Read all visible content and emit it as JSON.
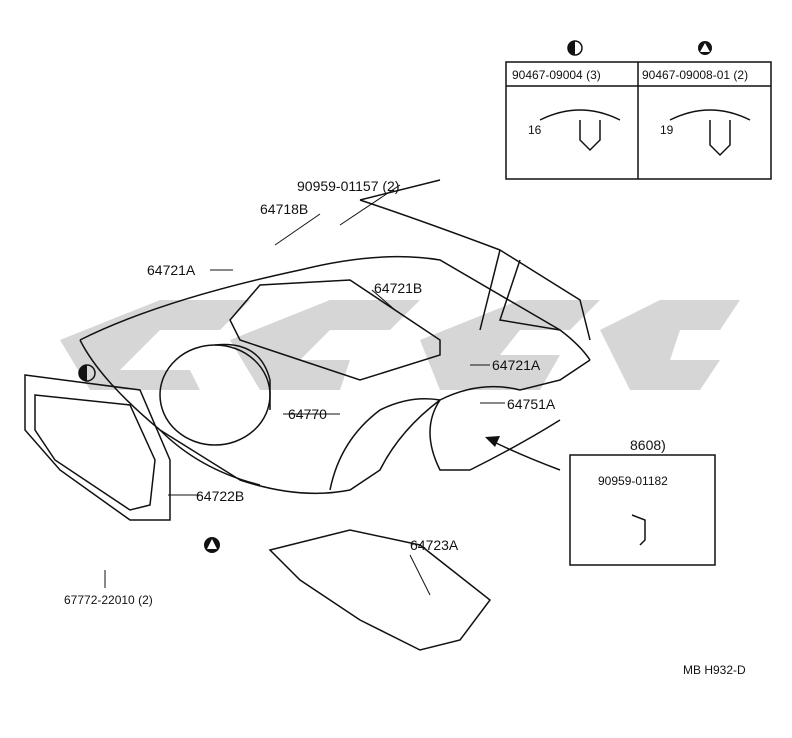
{
  "diagram": {
    "labels": {
      "p64718B": "64718B",
      "p64721A_top": "64721A",
      "p64721B": "64721B",
      "p90959_01157": "90959-01157 (2)",
      "p64721A_right": "64721A",
      "p64751A": "64751A",
      "p64770": "64770",
      "p64722B": "64722B",
      "p64723A": "64723A",
      "p67772": "67772-22010 (2)",
      "p8608": "8608)",
      "p90959_01182": "90959-01182"
    },
    "clip_table": {
      "col1_part": "90467-09004 (3)",
      "col2_part": "90467-09008-01 (2)",
      "col1_dim": "16",
      "col2_dim": "19",
      "col1_symbol": "half-circle-symbol",
      "col2_symbol": "triangle-circle-symbol"
    },
    "footer_code": "MB  H932-D"
  },
  "colors": {
    "line": "#111111",
    "watermark": "#cfcfcf"
  }
}
